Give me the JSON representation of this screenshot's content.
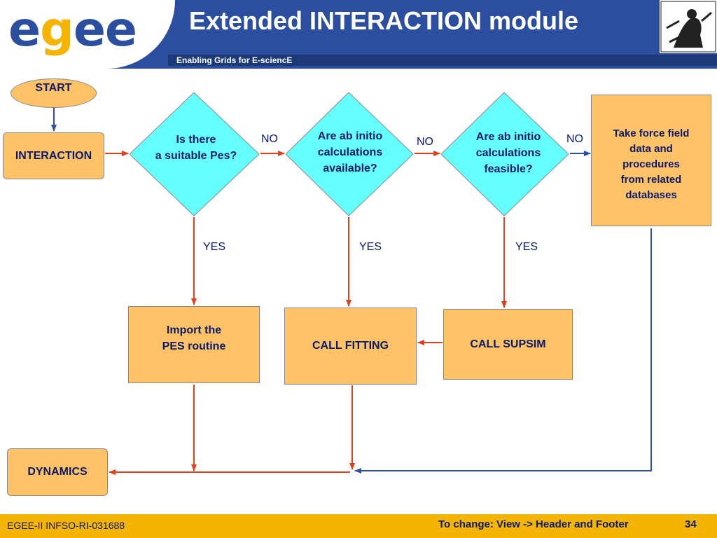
{
  "header": {
    "logo_text": "egee",
    "title": "Extended INTERACTION module",
    "subtitle": "Enabling Grids for E-sciencE"
  },
  "diagram": {
    "start": "START",
    "interaction": "INTERACTION",
    "decision1": [
      "Is there",
      "a suitable Pes?"
    ],
    "decision2": [
      "Are ab initio",
      "calculations",
      "available?"
    ],
    "decision3": [
      "Are ab initio",
      "calculations",
      "feasible?"
    ],
    "force_field": [
      "Take force field",
      "data and",
      "procedures",
      "from related",
      "databases"
    ],
    "import_pes": [
      "Import the",
      "PES routine"
    ],
    "call_fitting": "CALL FITTING",
    "call_supsim": "CALL SUPSIM",
    "dynamics": "DYNAMICS",
    "no_label": "NO",
    "yes_label": "YES"
  },
  "footer": {
    "project": "EGEE-II INFSO-RI-031688",
    "hint": "To change: View -> Header and Footer",
    "page_number": "34"
  },
  "colors": {
    "header_blue": "#2b4f9e",
    "box_orange": "#ffc266",
    "diamond_cyan": "#66ffff",
    "arrow_red": "#e0401a",
    "arrow_blue": "#2e4f9e",
    "footer_yellow": "#f4b400"
  }
}
